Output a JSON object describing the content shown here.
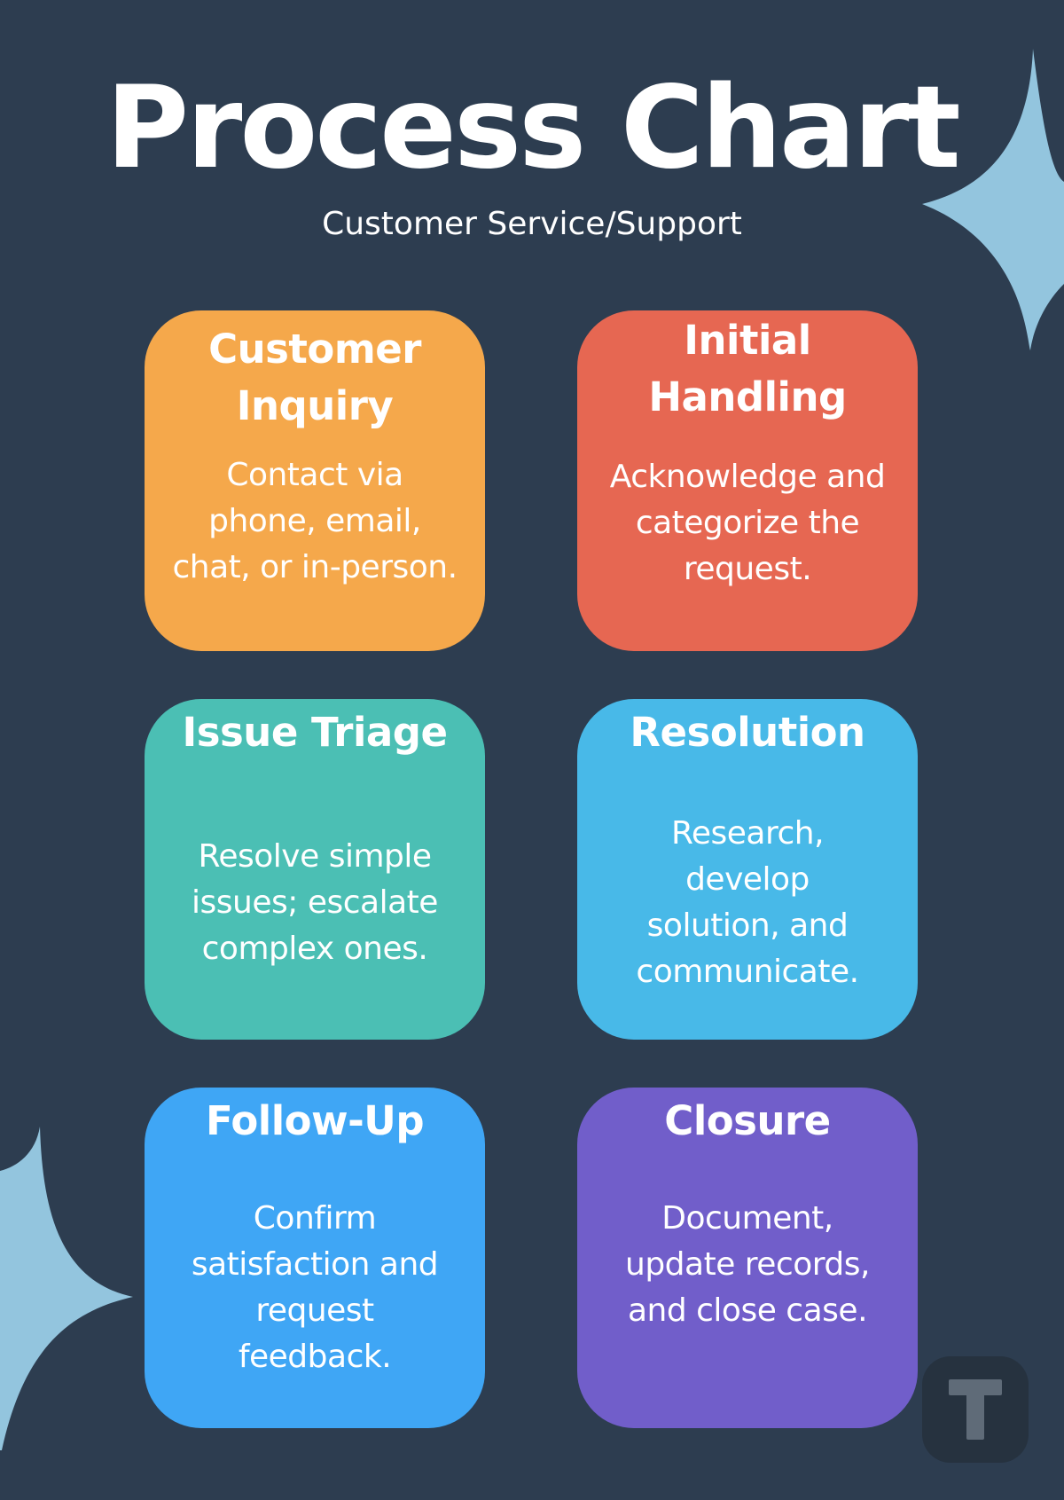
{
  "header": {
    "title": "Process Chart",
    "subtitle": "Customer Service/Support"
  },
  "cards": [
    {
      "title_lines": [
        "Customer",
        "Inquiry"
      ],
      "desc_lines": [
        "Contact via",
        "phone, email,",
        "chat, or in-person."
      ],
      "color": "#F5A84B"
    },
    {
      "title_lines": [
        "Initial",
        "Handling"
      ],
      "desc_lines": [
        "Acknowledge and",
        "categorize the",
        "request."
      ],
      "color": "#E66752"
    },
    {
      "title_lines": [
        "Issue Triage"
      ],
      "desc_lines": [
        "Resolve simple",
        "issues; escalate",
        "complex ones."
      ],
      "color": "#4BBFB4"
    },
    {
      "title_lines": [
        "Resolution"
      ],
      "desc_lines": [
        "Research,",
        "develop",
        "solution, and",
        "communicate."
      ],
      "color": "#48B9E8"
    },
    {
      "title_lines": [
        "Follow-Up"
      ],
      "desc_lines": [
        "Confirm",
        "satisfaction and",
        "request",
        "feedback."
      ],
      "color": "#3FA6F5"
    },
    {
      "title_lines": [
        "Closure"
      ],
      "desc_lines": [
        "Document,",
        "update records,",
        "and close case."
      ],
      "color": "#715ECA"
    }
  ],
  "logo": {
    "icon": "t-letter-icon",
    "letter": "T"
  },
  "colors": {
    "background": "#2D3D50",
    "text": "#FFFFFF",
    "sparkle": "#93C5DE",
    "logo_bg": "#26323F",
    "logo_letter": "#5F6B78"
  }
}
